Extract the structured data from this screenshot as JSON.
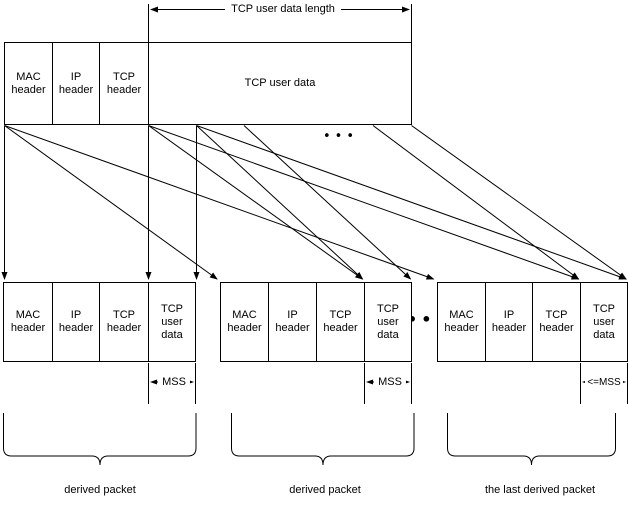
{
  "dimension": {
    "label": "TCP user data length"
  },
  "source_packet": {
    "cells": [
      "MAC\nheader",
      "IP\nheader",
      "TCP\nheader",
      "TCP user data"
    ]
  },
  "ellipsis_top": "•••",
  "ellipsis_bottom": "•••",
  "derived_packets": [
    {
      "cells": [
        "MAC\nheader",
        "IP\nheader",
        "TCP\nheader",
        "TCP\nuser\ndata"
      ],
      "size_label": "MSS",
      "caption": "derived packet"
    },
    {
      "cells": [
        "MAC\nheader",
        "IP\nheader",
        "TCP\nheader",
        "TCP\nuser\ndata"
      ],
      "size_label": "MSS",
      "caption": "derived packet"
    },
    {
      "cells": [
        "MAC\nheader",
        "IP\nheader",
        "TCP\nheader",
        "TCP\nuser\ndata"
      ],
      "size_label": "<=MSS",
      "caption": "the last derived packet"
    }
  ],
  "colors": {
    "line": "#000000",
    "background": "#ffffff"
  }
}
